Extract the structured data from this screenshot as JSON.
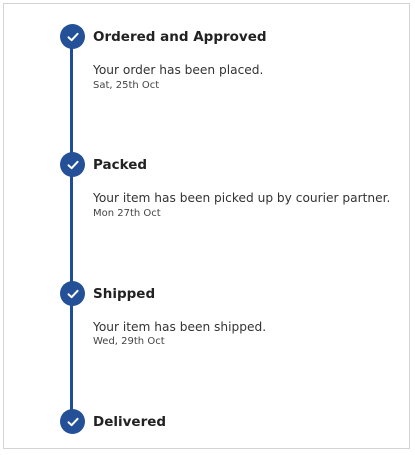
{
  "accent_color": "#245097",
  "steps": [
    {
      "title": "Ordered and Approved",
      "description": "Your order has been placed.",
      "date": "Sat, 25th Oct",
      "icon": "check-icon"
    },
    {
      "title": "Packed",
      "description": "Your item has been picked up by courier partner.",
      "date": "Mon 27th Oct",
      "icon": "check-icon"
    },
    {
      "title": "Shipped",
      "description": "Your item has been shipped.",
      "date": "Wed, 29th Oct",
      "icon": "check-icon"
    },
    {
      "title": "Delivered",
      "icon": "check-icon"
    }
  ]
}
